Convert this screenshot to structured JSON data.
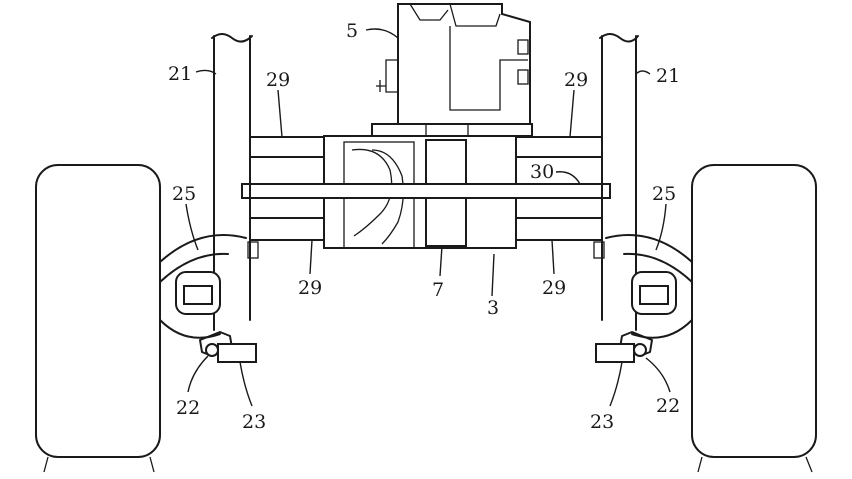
{
  "labels": {
    "l5": "5",
    "l21_left": "21",
    "l21_right": "21",
    "l29_top_left": "29",
    "l29_top_right": "29",
    "l30": "30",
    "l25_left": "25",
    "l25_right": "25",
    "l29_bottom_left": "29",
    "l29_bottom_right": "29",
    "l7": "7",
    "l3": "3",
    "l22_left": "22",
    "l22_right": "22",
    "l23_left": "23",
    "l23_right": "23"
  }
}
